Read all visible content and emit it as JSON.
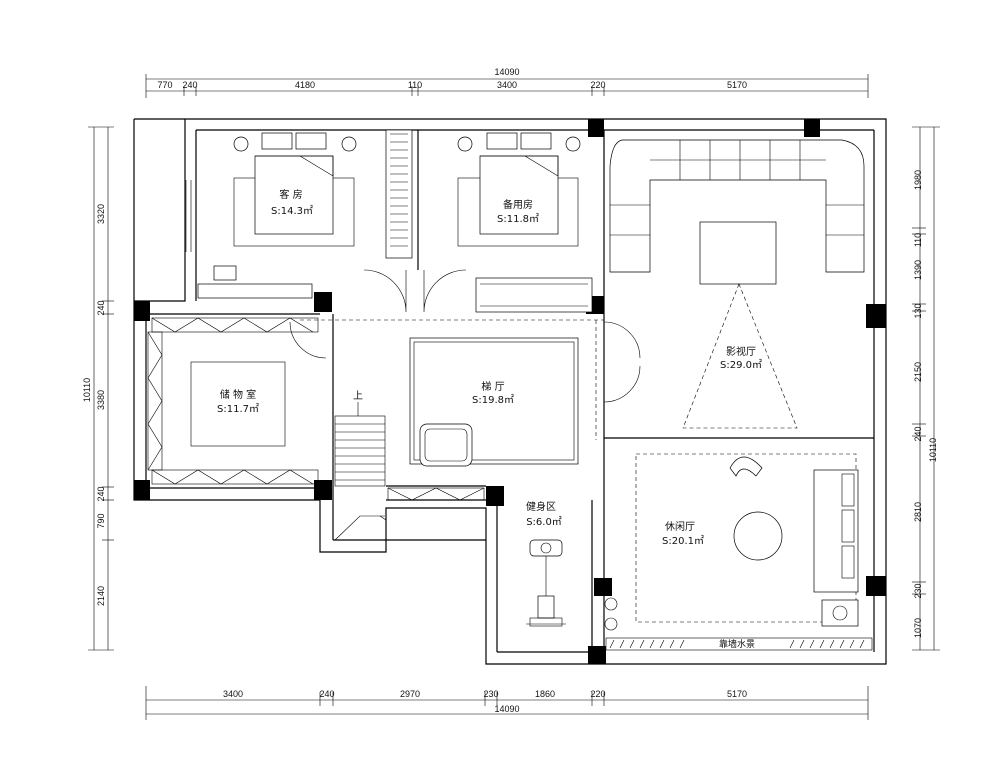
{
  "dimensions": {
    "top_total": "14090",
    "top_segments": [
      "770",
      "240",
      "4180",
      "110",
      "3400",
      "220",
      "5170"
    ],
    "bottom_total": "14090",
    "bottom_segments": [
      "3400",
      "240",
      "2970",
      "230",
      "1860",
      "220",
      "5170"
    ],
    "left_total": "10110",
    "left_segments": [
      "3320",
      "240",
      "3380",
      "240",
      "790",
      "2140"
    ],
    "right_total": "10110",
    "right_segments": [
      "1980",
      "110",
      "1390",
      "130",
      "2150",
      "240",
      "2810",
      "230",
      "1070"
    ]
  },
  "rooms": {
    "guest_room": {
      "name": "客 房",
      "area": "S:14.3㎡"
    },
    "spare_room": {
      "name": "备用房",
      "area": "S:11.8㎡"
    },
    "theater": {
      "name": "影视厅",
      "area": "S:29.0㎡"
    },
    "storage": {
      "name": "储 物 室",
      "area": "S:11.7㎡"
    },
    "stair_hall": {
      "name": "梯 厅",
      "area": "S:19.8㎡"
    },
    "gym": {
      "name": "健身区",
      "area": "S:6.0㎡"
    },
    "lounge": {
      "name": "休闲厅",
      "area": "S:20.1㎡"
    }
  },
  "labels": {
    "stair_up": "上",
    "water_wall": "靠墙水景"
  }
}
